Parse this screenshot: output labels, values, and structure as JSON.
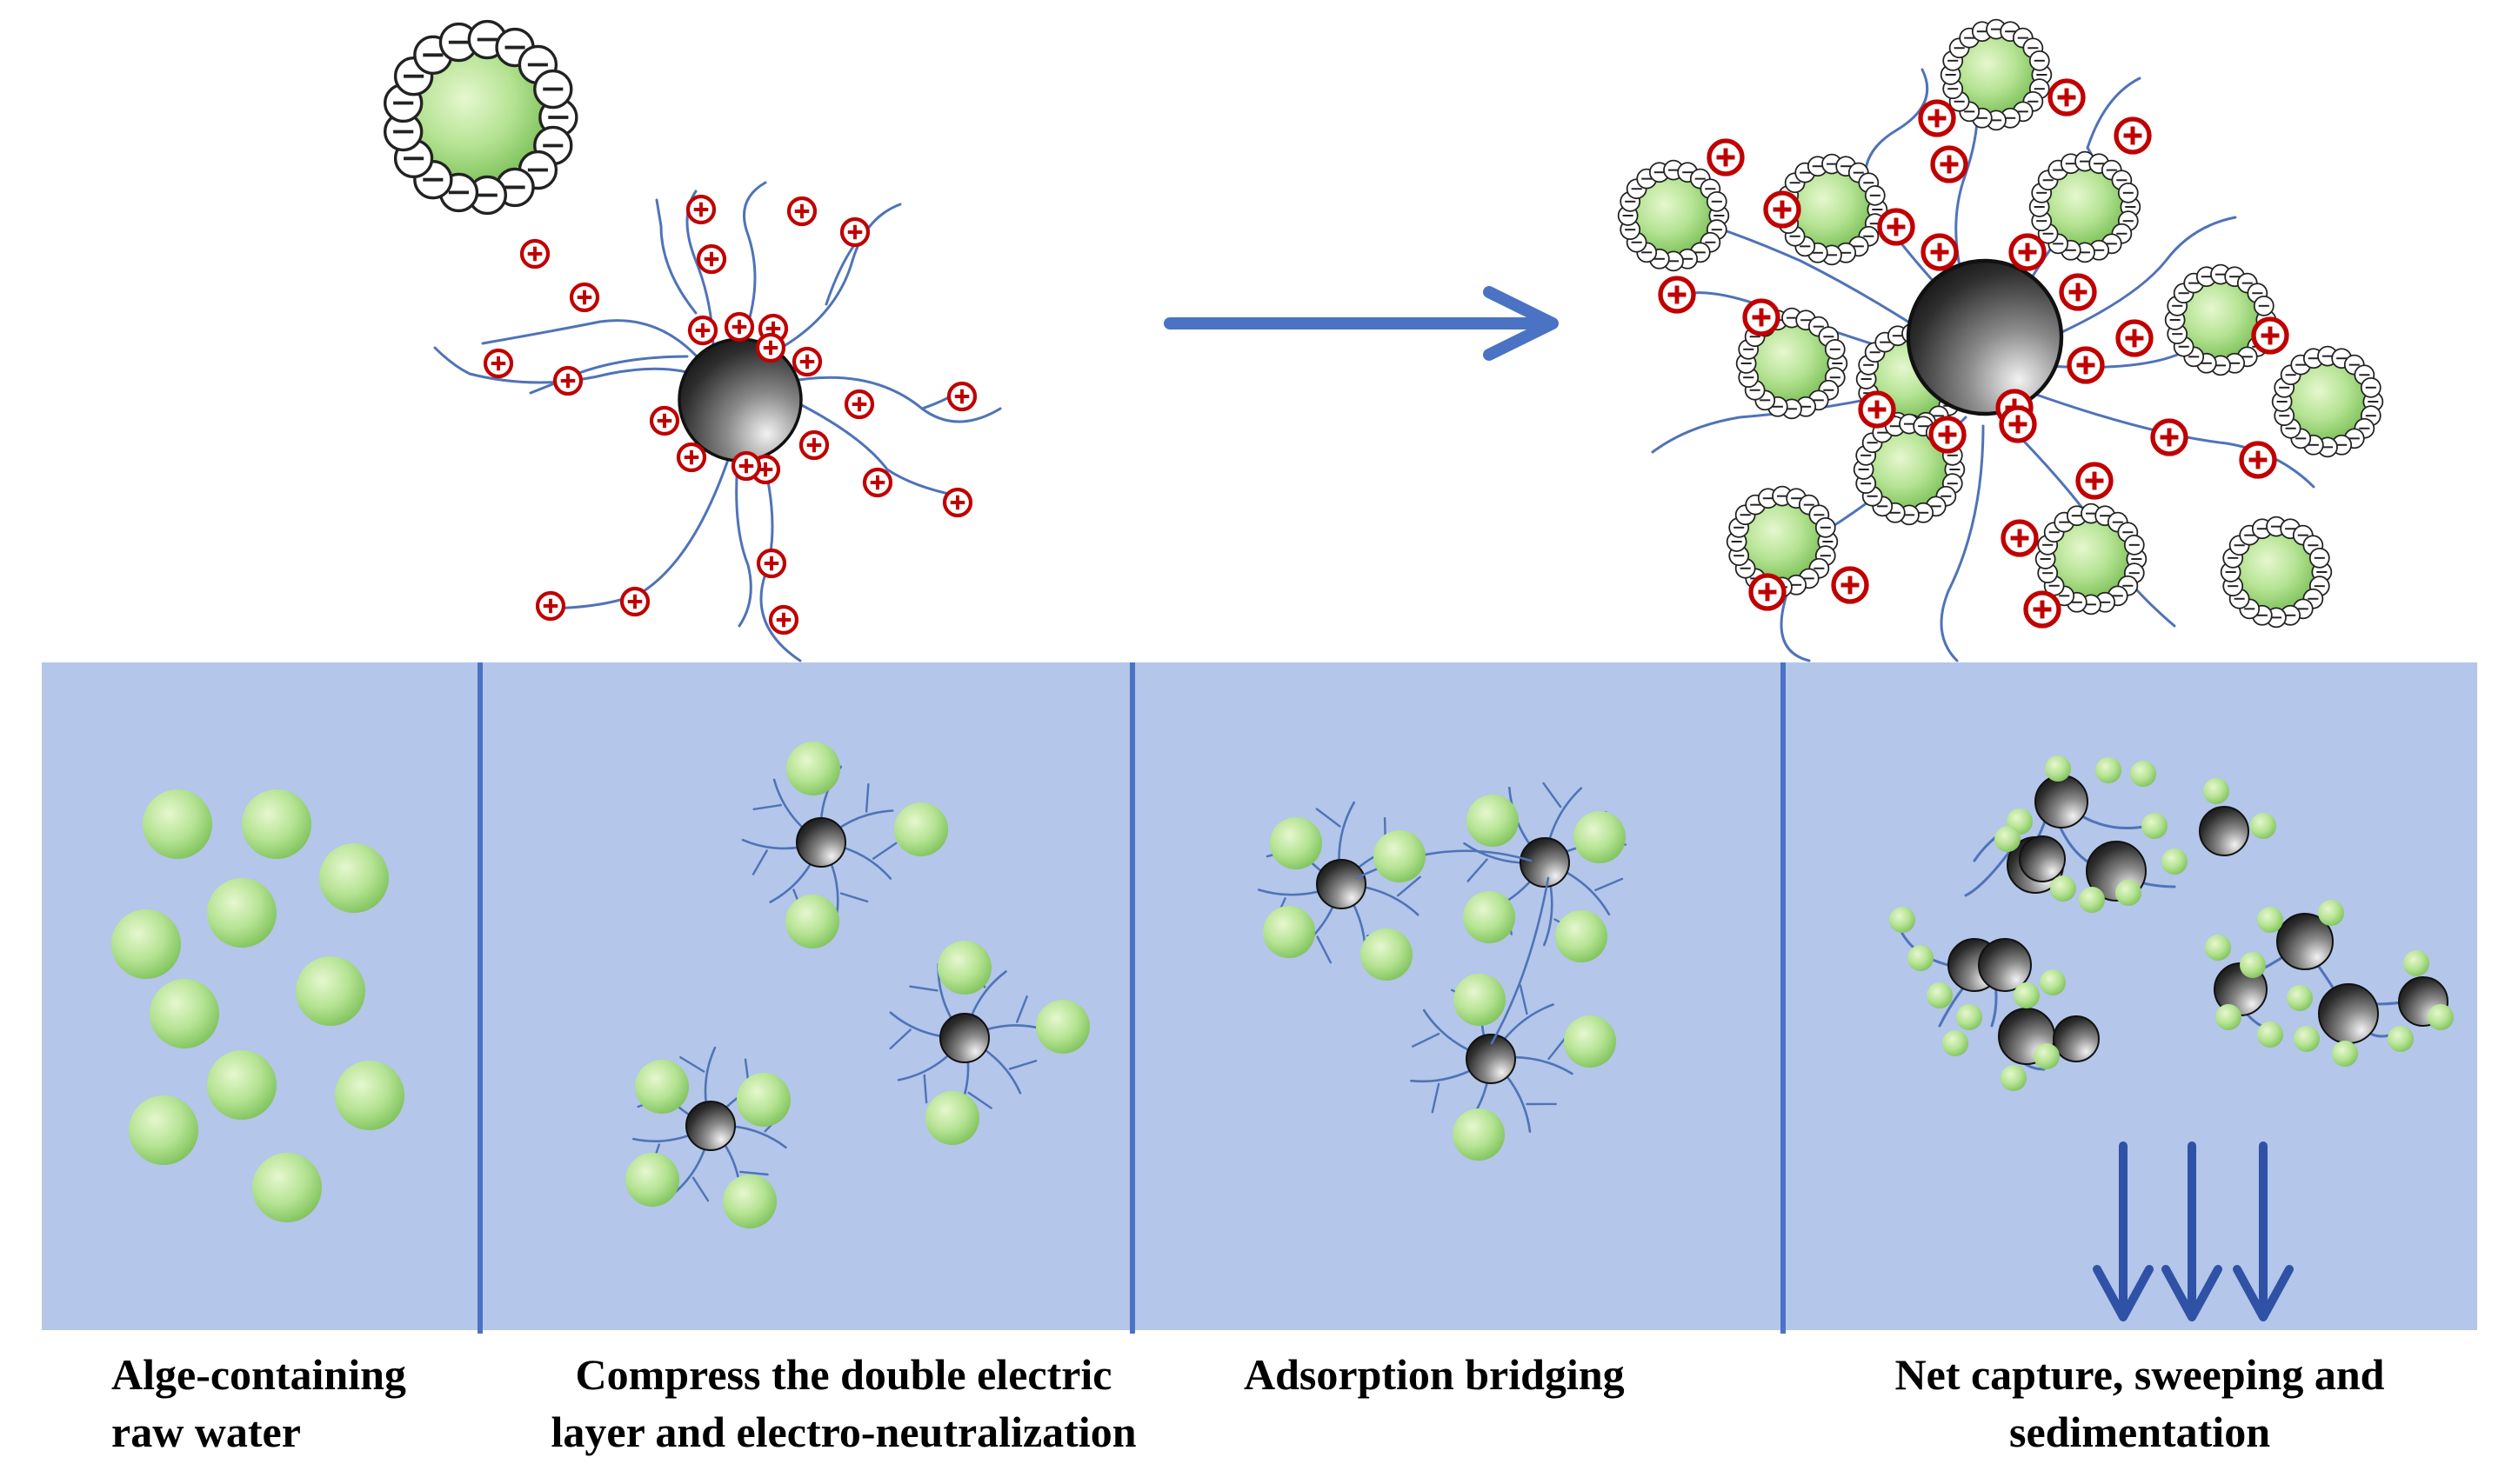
{
  "colors": {
    "panel_fill": "#b4c6e9",
    "divider": "#4a73c4",
    "arrow": "#4a73c4",
    "sediment_arrow": "#2f52a6",
    "polymer": "#4f73b8",
    "positive_charge": "#c00000",
    "algae_light": "#dcf2c0",
    "algae_dark": "#8dcf6d",
    "core_light": "#e8e8e8",
    "core_dark": "#141414"
  },
  "charges": {
    "positive": "+",
    "negative": "−"
  },
  "stages": [
    {
      "lines": [
        "Alge-containing",
        "raw water"
      ]
    },
    {
      "lines": [
        "Compress the double electric",
        "layer and electro-neutralization"
      ]
    },
    {
      "lines": [
        "Adsorption bridging"
      ]
    },
    {
      "lines": [
        "Net capture, sweeping and",
        "sedimentation"
      ]
    }
  ]
}
